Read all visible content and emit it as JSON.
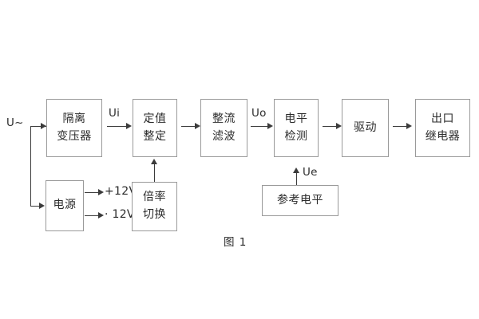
{
  "figure": {
    "caption": "图 1",
    "input_label": "U~",
    "blocks": [
      {
        "id": "isolation-transformer",
        "line1": "隔离",
        "line2": "变压器"
      },
      {
        "id": "setting-value",
        "line1": "定值",
        "line2": "整定"
      },
      {
        "id": "rectify-filter",
        "line1": "整流",
        "line2": "滤波"
      },
      {
        "id": "level-detection",
        "line1": "电平",
        "line2": "检测"
      },
      {
        "id": "drive",
        "line1": "驱动",
        "line2": ""
      },
      {
        "id": "output-relay",
        "line1": "出口",
        "line2": "继电器"
      },
      {
        "id": "power-supply",
        "line1": "电源",
        "line2": ""
      },
      {
        "id": "multiplier-switch",
        "line1": "倍率",
        "line2": "切换"
      },
      {
        "id": "reference-level",
        "line1": "参考电平",
        "line2": ""
      }
    ],
    "signal_labels": [
      {
        "id": "ui",
        "text": "Ui"
      },
      {
        "id": "uo",
        "text": "Uo"
      },
      {
        "id": "ue",
        "text": "Ue"
      }
    ],
    "rail_labels": [
      {
        "id": "pos-12v",
        "text": "+12V"
      },
      {
        "id": "neg-12v",
        "text": "· 12V"
      }
    ],
    "colors": {
      "box_border": "#9a9a9a",
      "connector": "#3b3b3b",
      "text": "#2b2b2b",
      "background": "#ffffff"
    }
  }
}
